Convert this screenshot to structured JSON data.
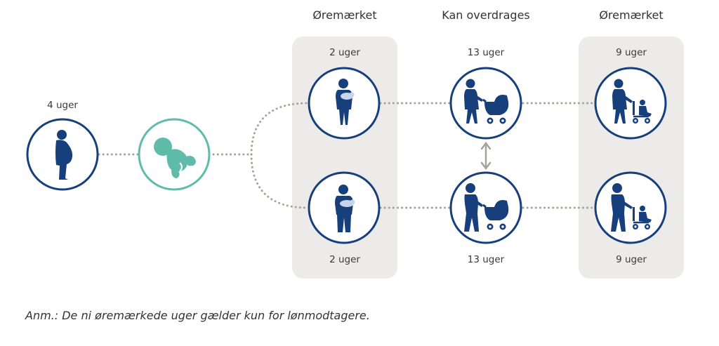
{
  "headers": {
    "left": "Øremærket",
    "middle": "Kan overdrages",
    "right": "Øremærket"
  },
  "labels": {
    "pregnant": "4 uger",
    "top_left": "2 uger",
    "top_middle": "13 uger",
    "top_right": "9 uger",
    "bottom_left": "2 uger",
    "bottom_middle": "13 uger",
    "bottom_right": "9 uger"
  },
  "note": "Anm.: De ni øremærkede uger gælder kun for lønmodtagere.",
  "icons": {
    "pregnant": "pregnant-woman-icon",
    "fetus": "fetus-icon",
    "mother_baby": "mother-holding-baby-icon",
    "father_baby": "father-holding-baby-icon",
    "mother_pram": "mother-pushing-pram-icon",
    "father_pram": "father-pushing-pram-icon",
    "mother_stroller": "mother-pushing-stroller-icon",
    "father_stroller": "father-pushing-stroller-icon",
    "transfer": "double-arrow-icon"
  },
  "colors": {
    "navy": "#173f7c",
    "teal": "#5fbcaa",
    "panel": "#ecebea",
    "dots": "#a8a39a",
    "baby": "#c7d4ea"
  }
}
